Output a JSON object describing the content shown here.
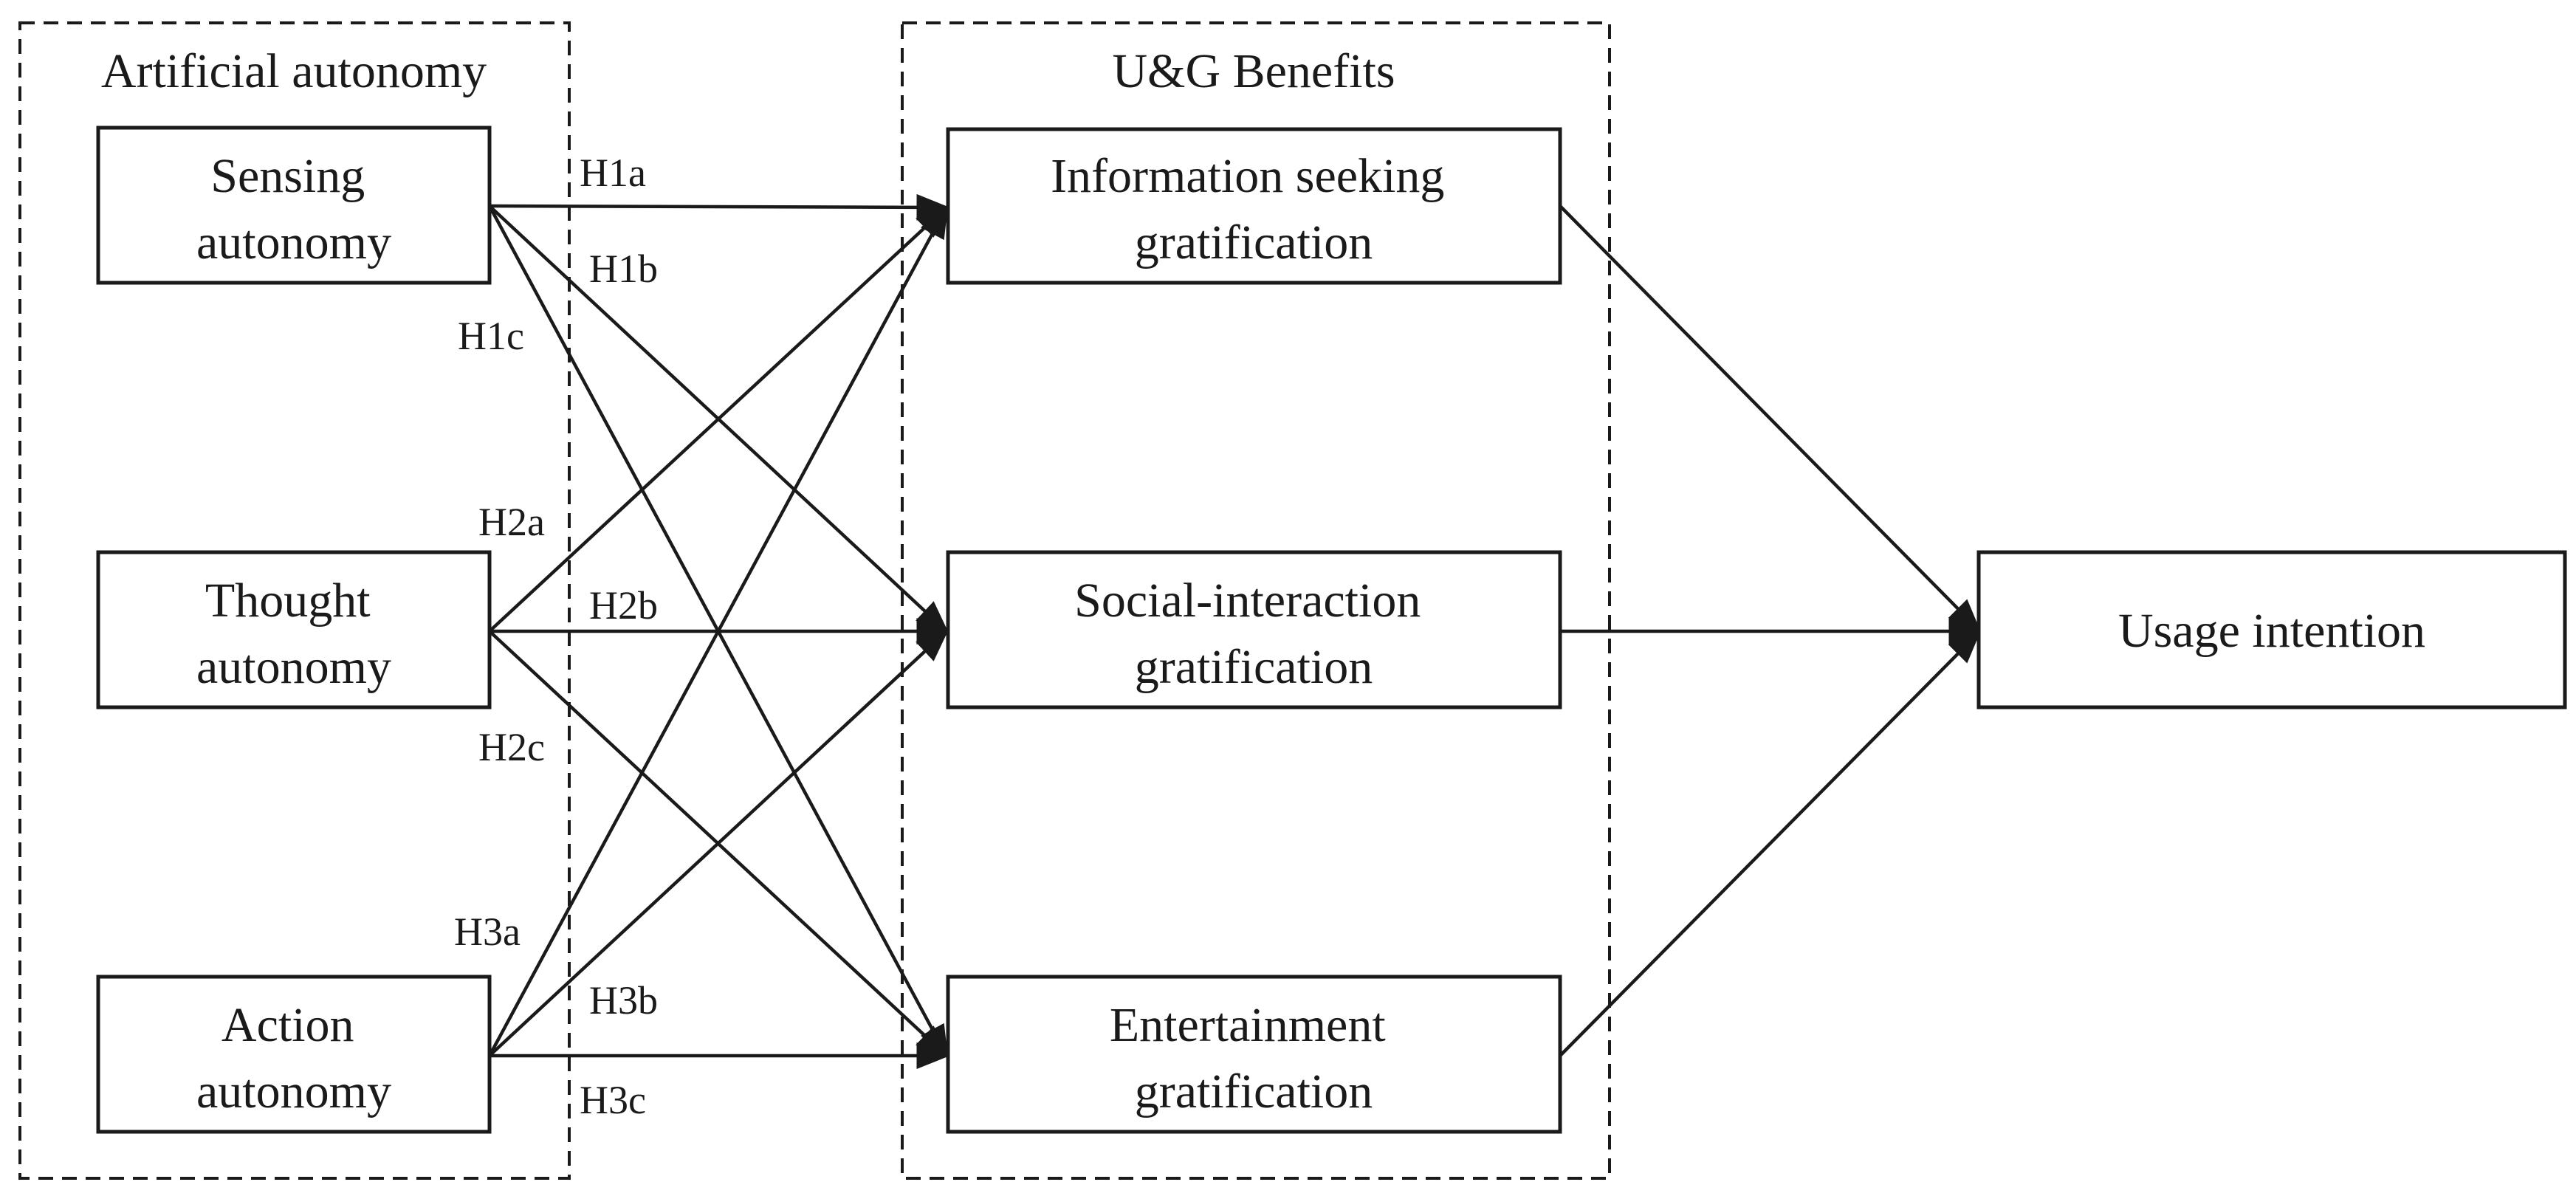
{
  "groups": {
    "artificial_autonomy": "Artificial autonomy",
    "ug_benefits": "U&G Benefits"
  },
  "nodes": {
    "sensing": [
      "Sensing",
      "autonomy"
    ],
    "thought": [
      "Thought",
      "autonomy"
    ],
    "action": [
      "Action",
      "autonomy"
    ],
    "information": [
      "Information seeking",
      "gratification"
    ],
    "social": [
      "Social-interaction",
      "gratification"
    ],
    "entertainment": [
      "Entertainment",
      "gratification"
    ],
    "usage": [
      "Usage intention"
    ]
  },
  "hypotheses": {
    "h1a": "H1a",
    "h1b": "H1b",
    "h1c": "H1c",
    "h2a": "H2a",
    "h2b": "H2b",
    "h2c": "H2c",
    "h3a": "H3a",
    "h3b": "H3b",
    "h3c": "H3c"
  },
  "colors": {
    "ink": "#1a1a1a",
    "background": "#ffffff"
  }
}
